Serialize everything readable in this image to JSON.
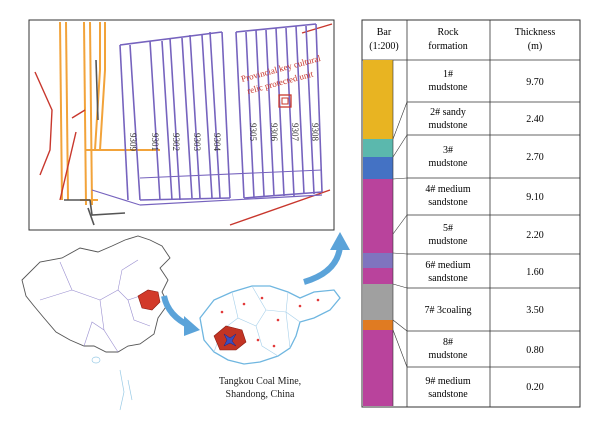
{
  "mine_plan": {
    "panels": [
      "9309",
      "9301",
      "9302",
      "9303",
      "9304",
      "9305",
      "9306",
      "9307",
      "9308"
    ],
    "protected_unit_label": [
      "Provincial key cultural",
      "relic protected unit"
    ]
  },
  "location_map": {
    "caption": [
      "Tangkou Coal Mine,",
      "Shandong, China"
    ]
  },
  "column": {
    "headers": {
      "bar": [
        "Bar",
        "(1:200)"
      ],
      "rock": [
        "Rock",
        "formation"
      ],
      "thickness": [
        "Thickness",
        "(m)"
      ]
    },
    "rows": [
      {
        "name": [
          "1#",
          "mudstone"
        ],
        "thickness": "9.70"
      },
      {
        "name": [
          "2# sandy",
          "mudstone"
        ],
        "thickness": "2.40"
      },
      {
        "name": [
          "3#",
          "mudstone"
        ],
        "thickness": "2.70"
      },
      {
        "name": [
          "4# medium",
          "sandstone"
        ],
        "thickness": "9.10"
      },
      {
        "name": [
          "5#",
          "mudstone"
        ],
        "thickness": "2.20"
      },
      {
        "name": [
          "6# medium",
          "sandstone"
        ],
        "thickness": "1.60"
      },
      {
        "name": [
          "7# 3coaling"
        ],
        "thickness": "3.50"
      },
      {
        "name": [
          "8#",
          "mudstone"
        ],
        "thickness": "0.80"
      },
      {
        "name": [
          "9# medium",
          "sandstone"
        ],
        "thickness": "0.20"
      }
    ],
    "bar_colors": [
      "#E8B422",
      "#5BB8AD",
      "#4472C4",
      "#B9439C",
      "#B9439C",
      "#7F74BF",
      "#B9439C",
      "#A0A0A0",
      "#E07B22",
      "#B9439C"
    ]
  }
}
